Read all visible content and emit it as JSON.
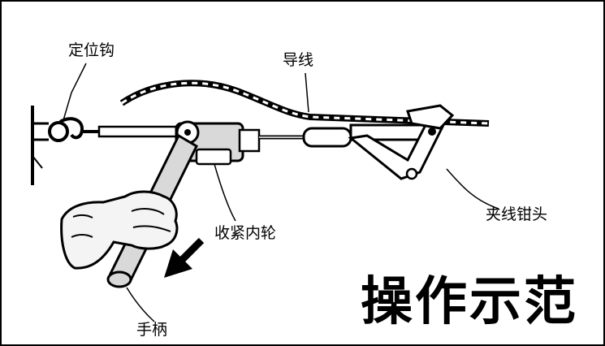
{
  "labels": {
    "hook": "定位钩",
    "wire": "导线",
    "clamp_head": "夹线钳头",
    "tension_wheel": "收紧内轮",
    "handle": "手柄"
  },
  "caption": "操作示范",
  "colors": {
    "ink": "#000000",
    "background": "#ffffff",
    "metal_fill": "#d9d9d9",
    "glove_fill": "#f4f4f4"
  },
  "icons": {
    "direction_arrow": "arrow-down-left-icon"
  }
}
